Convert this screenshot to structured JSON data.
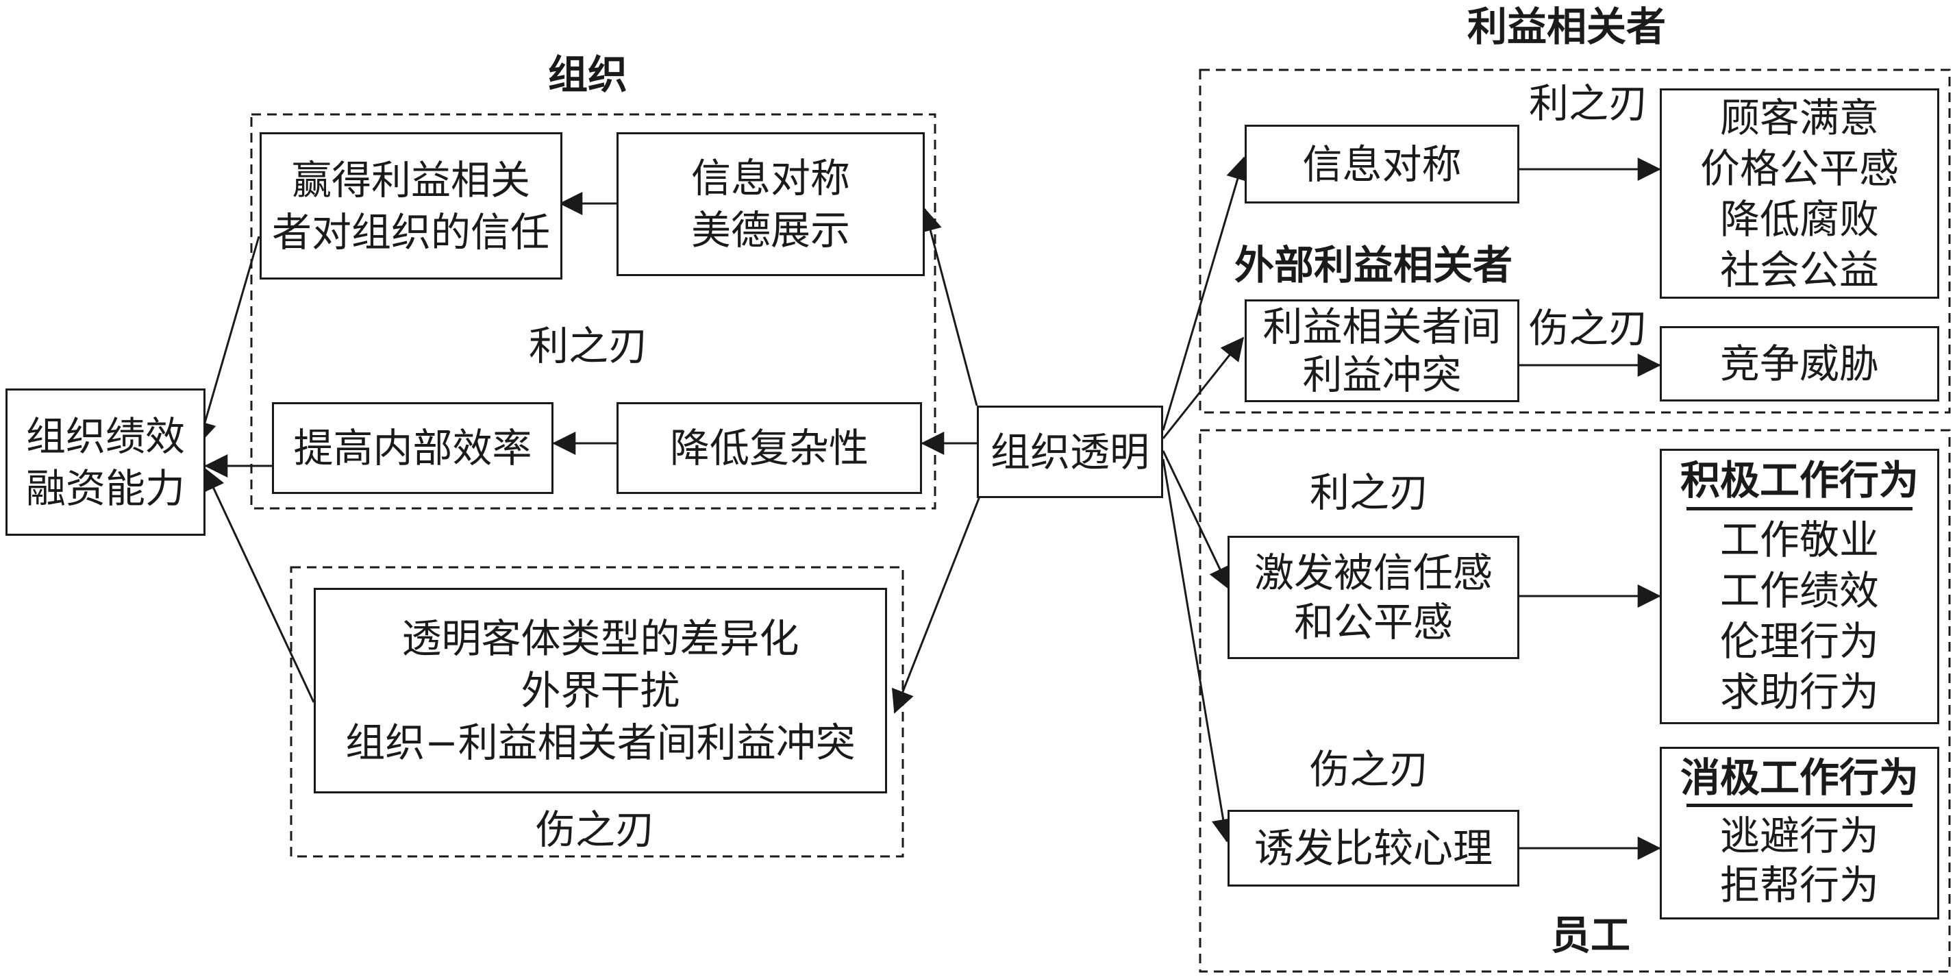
{
  "headers": {
    "organization": "组织",
    "stakeholders": "利益相关者",
    "external_stakeholders": "外部利益相关者",
    "employees": "员工"
  },
  "labels": {
    "benefit": "利之刃",
    "harm": "伤之刃"
  },
  "boxes": {
    "org_performance": [
      "组织绩效",
      "融资能力"
    ],
    "win_trust": [
      "赢得利益相关",
      "者对组织的信任"
    ],
    "info_virtue": [
      "信息对称",
      "美德展示"
    ],
    "internal_efficiency": "提高内部效率",
    "reduce_complexity": "降低复杂性",
    "org_transparency": "组织透明",
    "harm_factors": [
      "透明客体类型的差异化",
      "外界干扰",
      "组织−利益相关者间利益冲突"
    ],
    "info_symmetry": "信息对称",
    "customer_outcomes": [
      "顾客满意",
      "价格公平感",
      "降低腐败",
      "社会公益"
    ],
    "stakeholder_conflict": [
      "利益相关者间",
      "利益冲突"
    ],
    "competition_threat": "竞争威胁",
    "trust_fairness": [
      "激发被信任感",
      "和公平感"
    ],
    "positive_behavior": {
      "title": "积极工作行为",
      "items": [
        "工作敬业",
        "工作绩效",
        "伦理行为",
        "求助行为"
      ]
    },
    "social_comparison": "诱发比较心理",
    "negative_behavior": {
      "title": "消极工作行为",
      "items": [
        "逃避行为",
        "拒帮行为"
      ]
    }
  }
}
